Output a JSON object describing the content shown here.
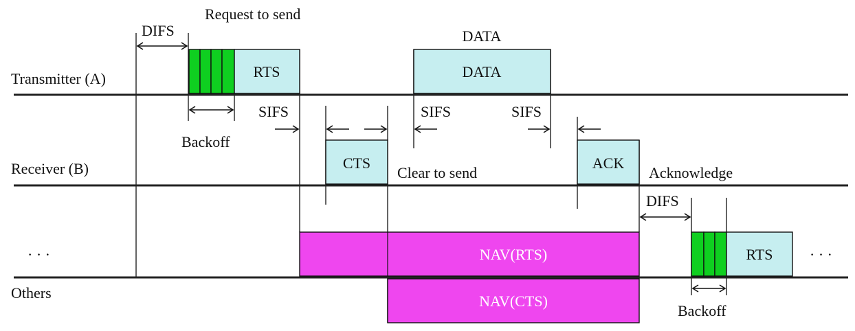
{
  "rows": {
    "transmitter": "Transmitter (A)",
    "receiver": "Receiver (B)",
    "others": "Others",
    "ellipsis_left": "· · ·",
    "ellipsis_right": "· · ·"
  },
  "labels": {
    "difs_top": "DIFS",
    "request_to_send": "Request to send",
    "data_top": "DATA",
    "sifs_1": "SIFS",
    "sifs_2": "SIFS",
    "sifs_3": "SIFS",
    "backoff_top": "Backoff",
    "clear_to_send": "Clear to send",
    "acknowledge": "Acknowledge",
    "difs_bottom": "DIFS",
    "backoff_bottom": "Backoff"
  },
  "frames": {
    "rts_a": "RTS",
    "data": "DATA",
    "cts": "CTS",
    "ack": "ACK",
    "nav_rts": "NAV(RTS)",
    "nav_cts": "NAV(CTS)",
    "rts_others": "RTS"
  },
  "colors": {
    "frame_fill": "#c6eef0",
    "nav_fill": "#ef46ef",
    "backoff_fill": "#0fcf20"
  }
}
